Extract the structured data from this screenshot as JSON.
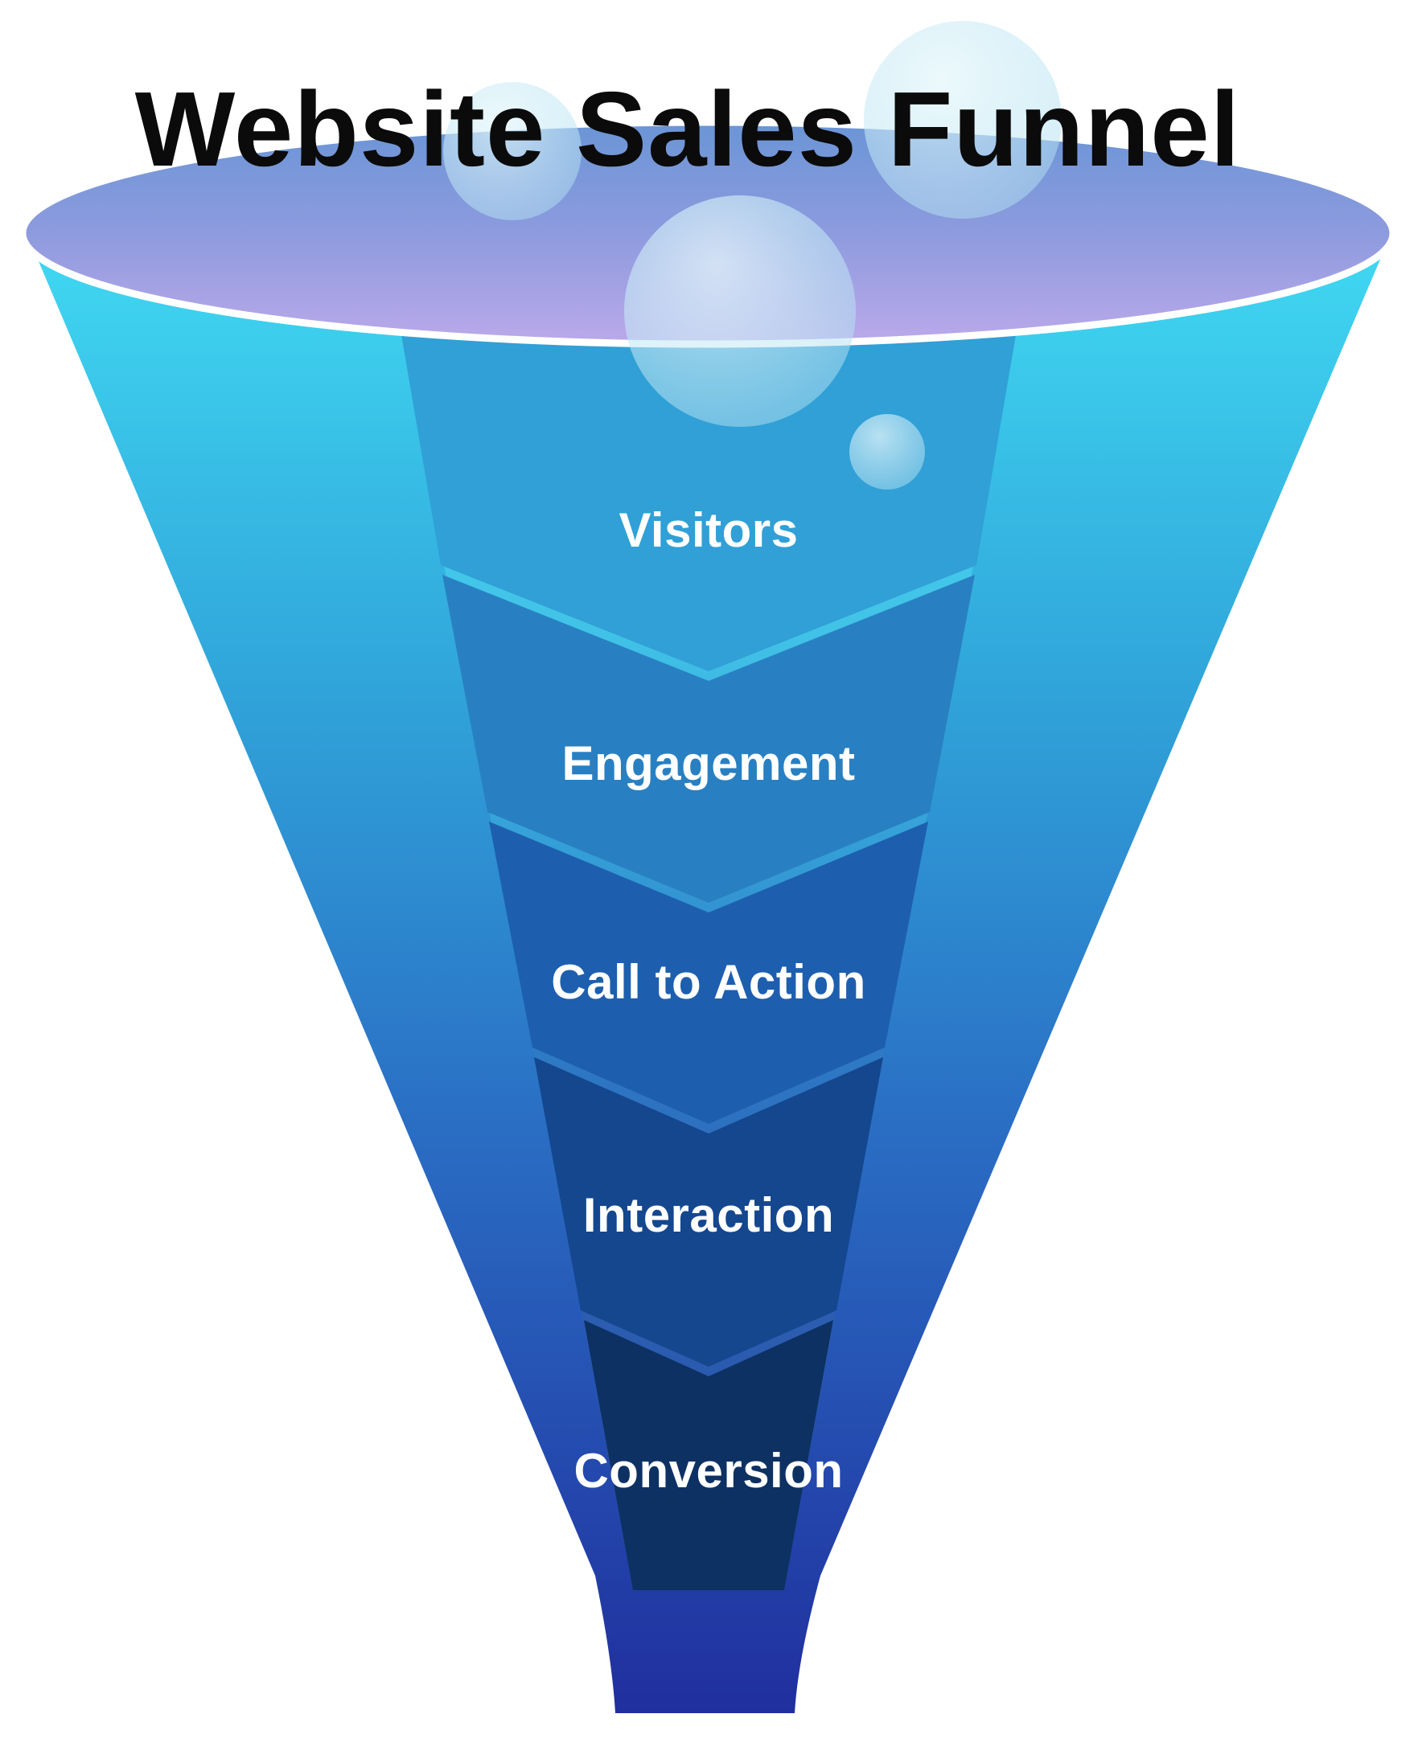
{
  "diagram": {
    "title": "Website Sales Funnel",
    "title_color": "#0b0b0b",
    "background_color": "#ffffff",
    "stages": [
      {
        "label": "Visitors",
        "color": "#30a0d6"
      },
      {
        "label": "Engagement",
        "color": "#2880c2"
      },
      {
        "label": "Call to Action",
        "color": "#1d5fae"
      },
      {
        "label": "Interaction",
        "color": "#14478e"
      },
      {
        "label": "Conversion",
        "color": "#0d3162"
      }
    ],
    "label_text_color": "#ffffff",
    "colors": {
      "funnel_top": "#40d8f2",
      "funnel_upper_mid": "#30a5da",
      "funnel_lower_mid": "#2a6ec4",
      "funnel_bottom": "#202f9e",
      "rim_top_blue": "#6a95d6",
      "rim_mid": "#8d9bde",
      "rim_bottom_lavender": "#bba9ea",
      "rim_stroke_white": "#ffffff",
      "separator_light_top": "#47d2ee",
      "separator_light_bottom": "#2452a8",
      "bubble_tint": "#cdeaf6"
    }
  }
}
